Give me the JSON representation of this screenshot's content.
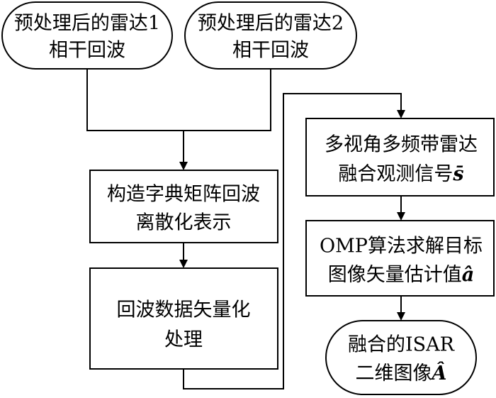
{
  "nodes": {
    "radar1": {
      "line1": "预处理后的雷达1",
      "line2": "相干回波"
    },
    "radar2": {
      "line1": "预处理后的雷达2",
      "line2": "相干回波"
    },
    "dictionary": {
      "line1": "构造字典矩阵回波",
      "line2": "离散化表示"
    },
    "vectorize": {
      "line1": "回波数据矢量化",
      "line2": "处理"
    },
    "multiview": {
      "line1": "多视角多频带雷达",
      "line2_text": "融合观测信号",
      "line2_symbol": "s̄"
    },
    "omp": {
      "line1": "OMP算法求解目标",
      "line2_text": "图像矢量估计值",
      "line2_symbol": "â"
    },
    "result": {
      "line1": "融合的ISAR",
      "line2_text": "二维图像",
      "line2_symbol": "Â"
    }
  }
}
